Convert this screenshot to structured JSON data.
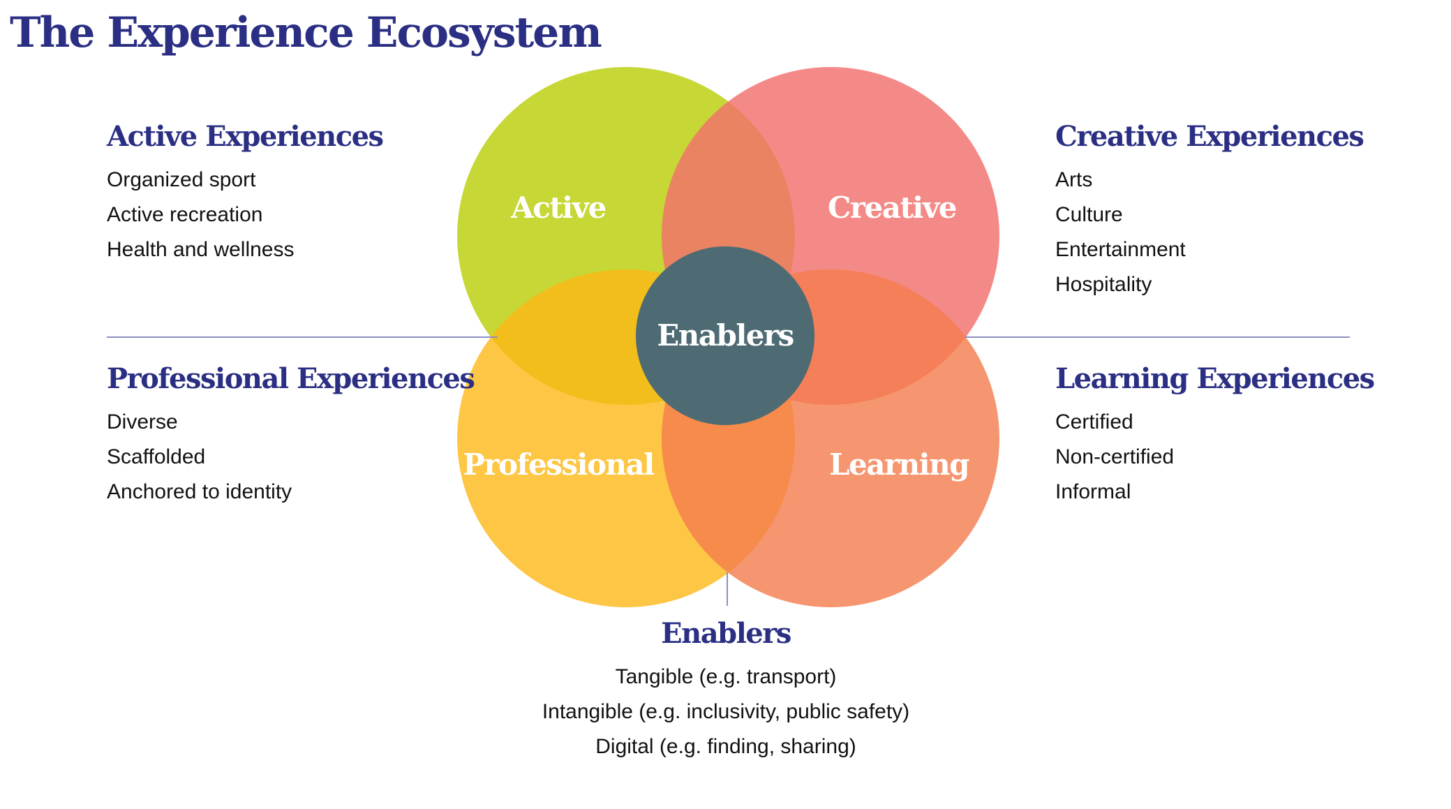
{
  "title": "The Experience Ecosystem",
  "colors": {
    "title_text": "#2b2f83",
    "active": "#c3d52b",
    "creative": "#f2706d",
    "professional": "#fcb816",
    "learning": "#f47c4c",
    "enablers_center": "#4e6b74",
    "divider": "#8d8fc0"
  },
  "venn": {
    "active_label": "Active",
    "creative_label": "Creative",
    "professional_label": "Professional",
    "learning_label": "Learning",
    "center_label": "Enablers"
  },
  "groups": {
    "active": {
      "heading": "Active Experiences",
      "items": [
        "Organized sport",
        "Active recreation",
        "Health and wellness"
      ]
    },
    "creative": {
      "heading": "Creative Experiences",
      "items": [
        "Arts",
        "Culture",
        "Entertainment",
        "Hospitality"
      ]
    },
    "professional": {
      "heading": "Professional Experiences",
      "items": [
        "Diverse",
        "Scaffolded",
        "Anchored to identity"
      ]
    },
    "learning": {
      "heading": "Learning Experiences",
      "items": [
        "Certified",
        "Non-certified",
        "Informal"
      ]
    },
    "enablers": {
      "heading": "Enablers",
      "items": [
        "Tangible (e.g. transport)",
        "Intangible (e.g. inclusivity, public safety)",
        "Digital (e.g. finding, sharing)"
      ]
    }
  }
}
